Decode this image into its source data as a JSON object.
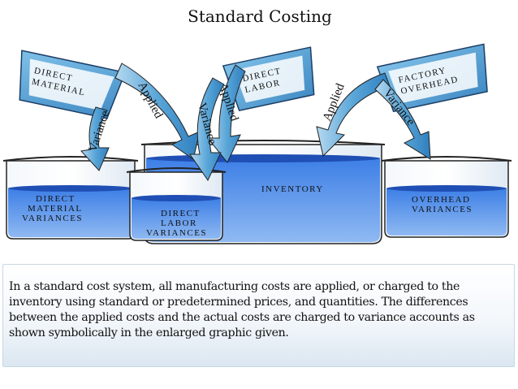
{
  "diagram": {
    "title": "Standard Costing",
    "sources": {
      "direct_material": [
        "DIRECT",
        "MATERIAL"
      ],
      "direct_labor": [
        "DIRECT",
        "LABOR"
      ],
      "factory_overhead": [
        "FACTORY",
        "OVERHEAD"
      ]
    },
    "containers": {
      "inventory": "INVENTORY",
      "direct_material_variances": [
        "DIRECT",
        "MATERIAL",
        "VARIANCES"
      ],
      "direct_labor_variances": [
        "DIRECT",
        "LABOR",
        "VARIANCES"
      ],
      "overhead_variances": [
        "OVERHEAD",
        "VARIANCES"
      ]
    },
    "arrows": {
      "applied": "Applied",
      "variance": "Variance"
    }
  },
  "caption": {
    "text": "In a standard cost system, all manufacturing costs are applied, or charged to the inventory using standard or predetermined prices, and quantities. The differences between the applied costs and the actual costs are charged to variance accounts as shown symbolically in the enlarged graphic given."
  },
  "colors": {
    "water": "#4a86e8",
    "water_dark": "#1f4fb4",
    "glass": "#e6f0f8",
    "arrow": "#5aa6d8"
  }
}
